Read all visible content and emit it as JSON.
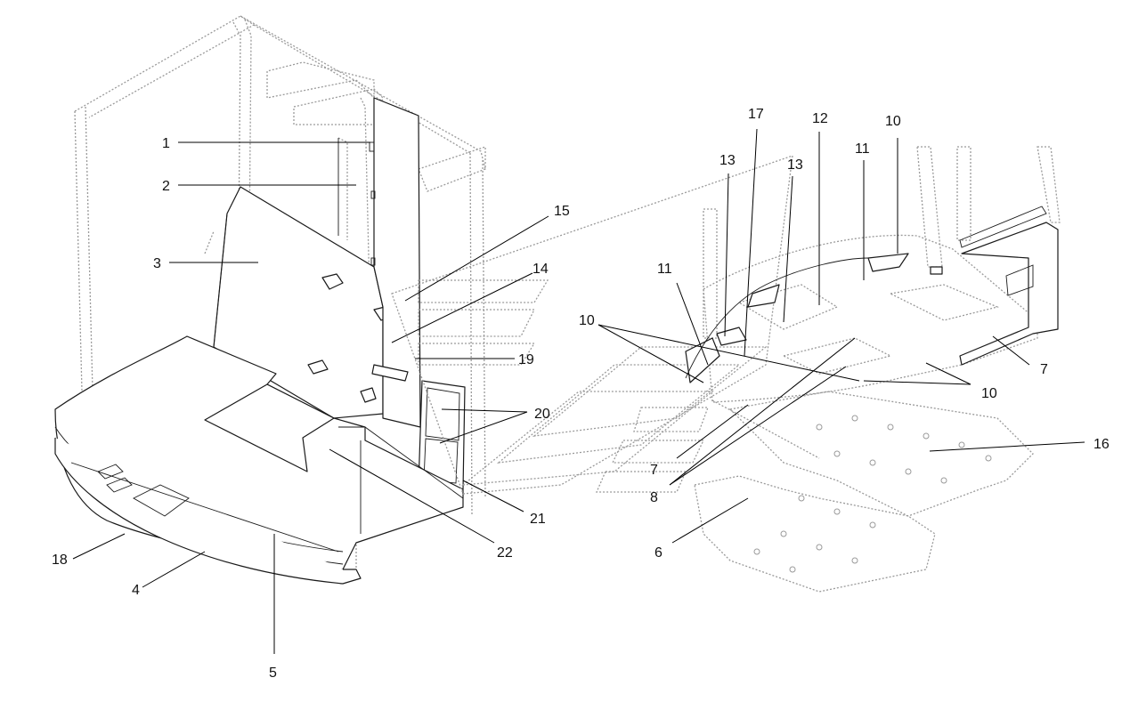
{
  "callouts": {
    "c1": "1",
    "c2": "2",
    "c3": "3",
    "c4": "4",
    "c5": "5",
    "c6": "6",
    "c7a": "7",
    "c7b": "7",
    "c8": "8",
    "c10a": "10",
    "c10b": "10",
    "c10c": "10",
    "c11a": "11",
    "c11b": "11",
    "c12": "12",
    "c13a": "13",
    "c13b": "13",
    "c14": "14",
    "c15": "15",
    "c16": "16",
    "c17": "17",
    "c18": "18",
    "c19": "19",
    "c20": "20",
    "c21": "21",
    "c22": "22"
  },
  "colors": {
    "part_stroke": "#1a1a1a",
    "ghost_stroke": "#9a9a9a",
    "background": "#ffffff"
  }
}
